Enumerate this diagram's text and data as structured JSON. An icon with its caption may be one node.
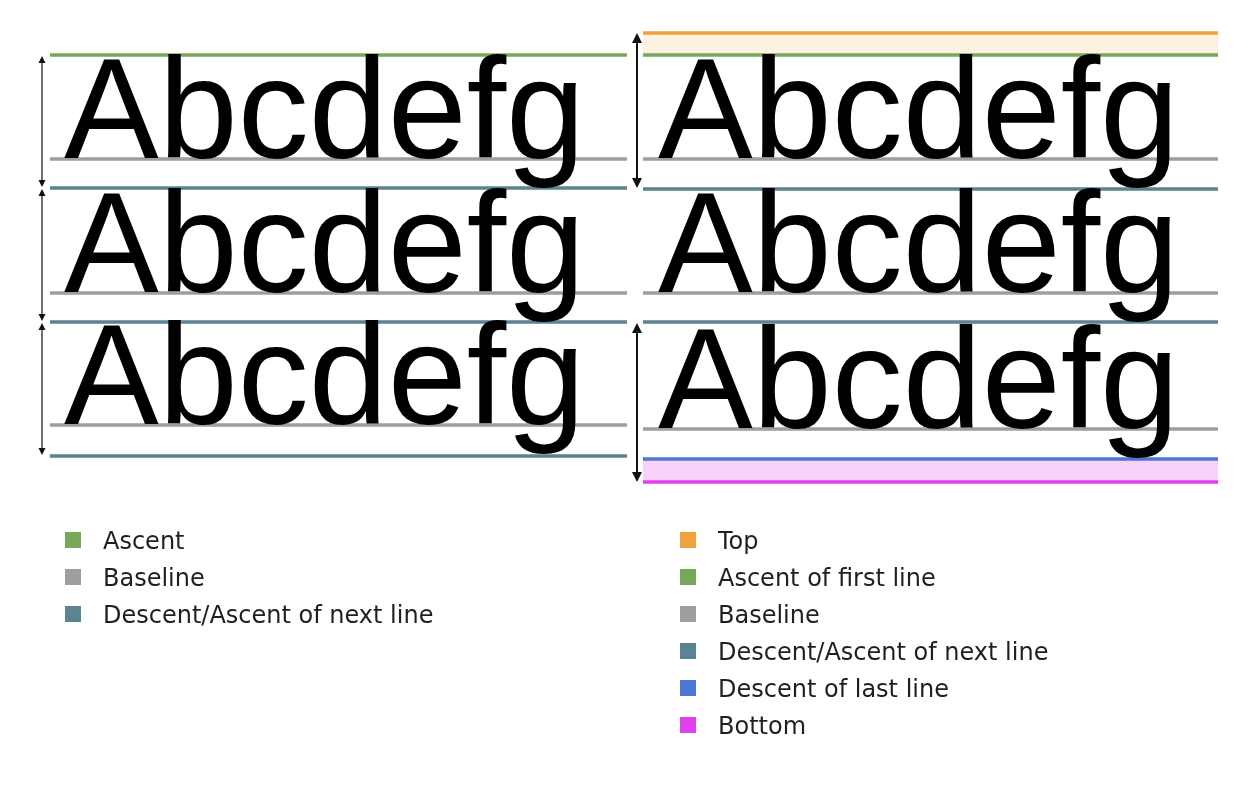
{
  "diagram": {
    "labels": [
      "Abcdefg",
      "Abcdefg",
      "Abcdefg",
      "Abcdefg",
      "Abcdefg",
      "Abcdefg"
    ],
    "legend": [
      {
        "text": "Ascent",
        "color": "#76a95a"
      },
      {
        "text": "Baseline",
        "color": "#9e9e9e"
      },
      {
        "text": "Descent/Ascent of next line",
        "color": "#5b8391"
      },
      {
        "text": "Top",
        "color": "#f0a23c"
      },
      {
        "text": "Ascent of first line",
        "color": "#76a95a"
      },
      {
        "text": "Baseline",
        "color": "#9e9e9e"
      },
      {
        "text": "Descent/Ascent of next line",
        "color": "#5b8391"
      },
      {
        "text": "Descent of last line",
        "color": "#4a78d4"
      },
      {
        "text": "Bottom",
        "color": "#e23ff0"
      }
    ]
  }
}
